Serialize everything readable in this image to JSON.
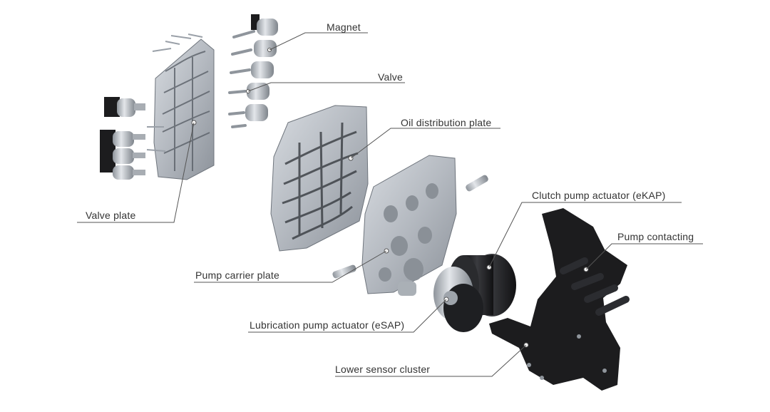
{
  "labels": {
    "magnet": "Magnet",
    "valve": "Valve",
    "oil_distribution_plate": "Oil distribution plate",
    "valve_plate": "Valve plate",
    "clutch_pump_actuator": "Clutch pump actuator (eKAP)",
    "pump_contacting": "Pump contacting",
    "pump_carrier_plate": "Pump carrier plate",
    "lubrication_pump_actuator": "Lubrication pump actuator (eSAP)",
    "lower_sensor_cluster": "Lower sensor cluster"
  },
  "colors": {
    "line": "#555555",
    "aluminium": "#b9bec4",
    "aluminium_dark": "#7d848c",
    "black_part": "#1c1c1e",
    "silver": "#c8ccd1"
  }
}
